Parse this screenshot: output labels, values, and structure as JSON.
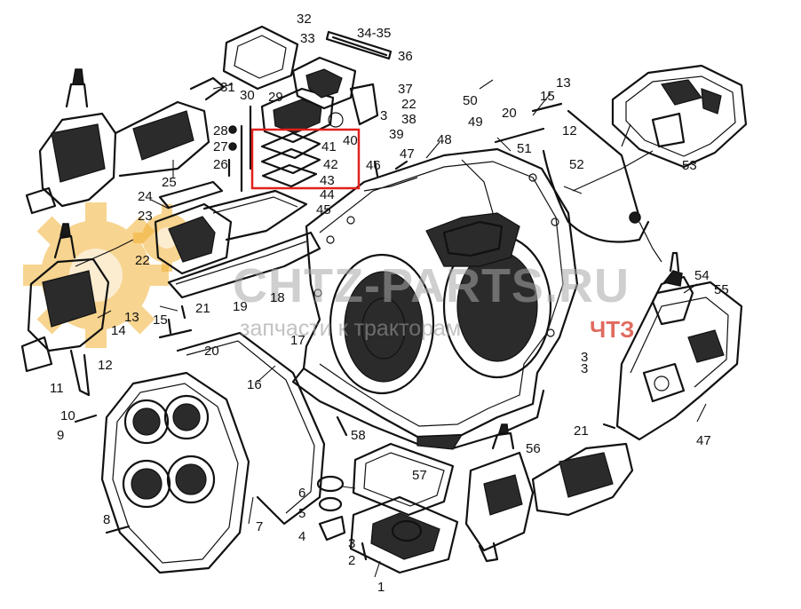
{
  "labels": [
    "1",
    "2",
    "3",
    "4",
    "5",
    "6",
    "7",
    "8",
    "9",
    "10",
    "11",
    "12",
    "13",
    "14",
    "15",
    "16",
    "17",
    "18",
    "19",
    "20",
    "21",
    "22",
    "23",
    "24",
    "25",
    "26",
    "27",
    "28",
    "29",
    "30",
    "31",
    "32",
    "33",
    "34-35",
    "36",
    "37",
    "38",
    "39",
    "40",
    "41",
    "42",
    "43",
    "44",
    "45",
    "46",
    "47",
    "48",
    "49",
    "50",
    "51",
    "52",
    "53",
    "54",
    "55",
    "56",
    "57",
    "58"
  ],
  "watermark": {
    "site": "CHTZ-PARTS.RU",
    "tagline": "запчасти к тракторам",
    "brand": "ЧТЗ",
    "graphic": "gear-logo"
  },
  "highlight": {
    "color": "#e0211b",
    "parts": [
      "41",
      "42",
      "43"
    ]
  }
}
